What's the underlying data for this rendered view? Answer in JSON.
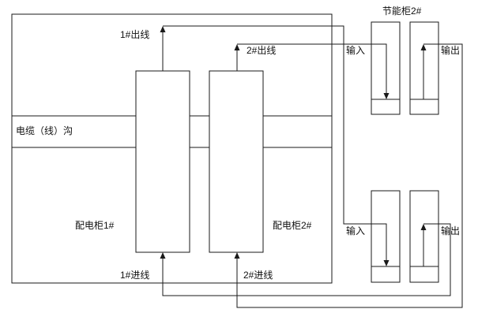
{
  "diagram": {
    "kind": "electrical-wiring-layout",
    "labels": {
      "energy_cabinet_2": "节能柜2#",
      "cable_trench": "电缆（线）沟",
      "distribution_cabinet_1": "配电柜1#",
      "distribution_cabinet_2": "配电柜2#",
      "outgoing_line_1": "1#出线",
      "outgoing_line_2": "2#出线",
      "incoming_line_1": "1#进线",
      "incoming_line_2": "2#进线",
      "top_cabinet_input": "输入",
      "top_cabinet_output": "输出",
      "bottom_cabinet_input": "输入",
      "bottom_cabinet_output": "输出"
    },
    "colors": {
      "line": "#1a1a1a",
      "text": "#111111",
      "background": "#ffffff"
    }
  }
}
